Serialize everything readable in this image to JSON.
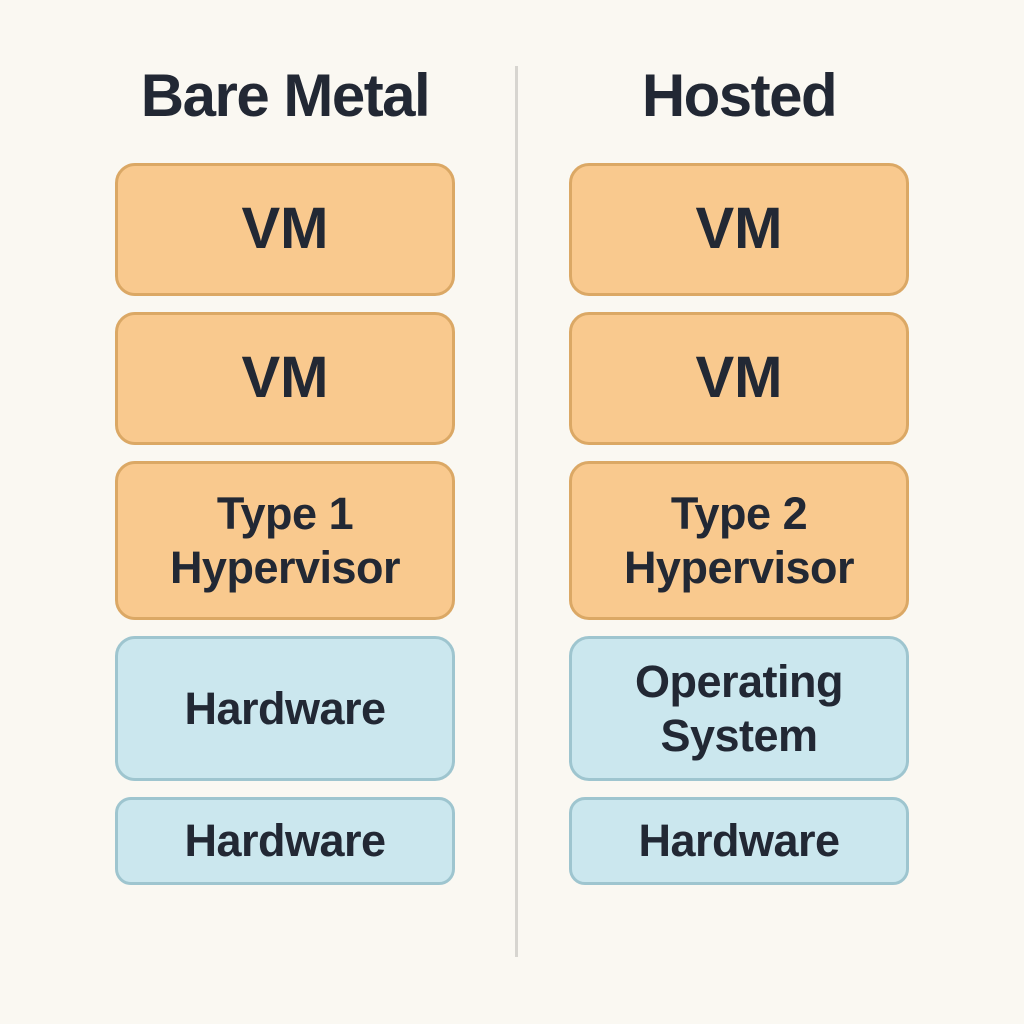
{
  "diagram": {
    "title_left": "Bare Metal",
    "title_right": "Hosted",
    "columns": [
      {
        "title": "Bare Metal",
        "boxes": [
          {
            "label": "VM",
            "kind": "vm"
          },
          {
            "label": "VM",
            "kind": "vm"
          },
          {
            "label": "Type 1\nHypervisor",
            "kind": "hypervisor"
          },
          {
            "label": "Hardware",
            "kind": "hardware-layer"
          },
          {
            "label": "Hardware",
            "kind": "hardware-base"
          }
        ]
      },
      {
        "title": "Hosted",
        "boxes": [
          {
            "label": "VM",
            "kind": "vm"
          },
          {
            "label": "VM",
            "kind": "vm"
          },
          {
            "label": "Type 2\nHypervisor",
            "kind": "hypervisor"
          },
          {
            "label": "Operating\nSystem",
            "kind": "operating-system"
          },
          {
            "label": "Hardware",
            "kind": "hardware-base"
          }
        ]
      }
    ],
    "colors": {
      "background": "#FAF8F2",
      "vm_fill": "#F9C98E",
      "vm_border": "#DBA865",
      "base_fill": "#CBE7EE",
      "base_border": "#9EC5CF",
      "text": "#222834",
      "divider": "#D7D5D0"
    }
  }
}
